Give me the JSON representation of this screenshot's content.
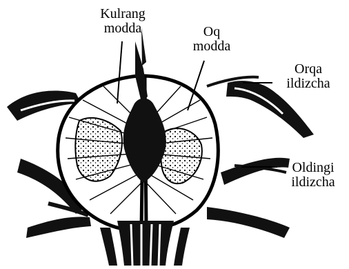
{
  "labels": {
    "grey_matter": {
      "line1": "Kulrang",
      "line2": "modda"
    },
    "white_matter": {
      "line1": "Oq",
      "line2": "modda"
    },
    "posterior_root": {
      "line1": "Orqa",
      "line2": "ildizcha"
    },
    "anterior_root": {
      "line1": "Oldingi",
      "line2": "ildizcha"
    }
  },
  "colors": {
    "ink": "#000000",
    "background": "#ffffff"
  }
}
